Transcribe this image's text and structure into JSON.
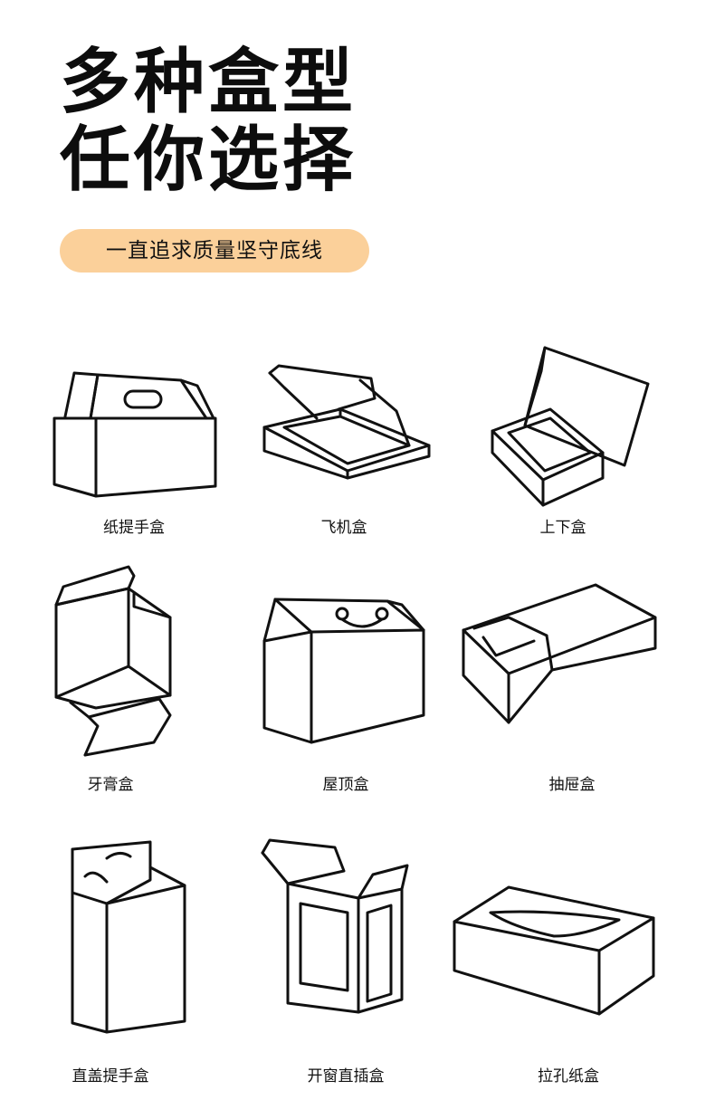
{
  "heading": {
    "line1": "多种盒型",
    "line2": "任你选择"
  },
  "tagline": "一直追求质量坚守底线",
  "boxes": [
    {
      "label": "纸提手盒",
      "icon": "gable-handle-box-icon"
    },
    {
      "label": "飞机盒",
      "icon": "mailer-box-icon"
    },
    {
      "label": "上下盒",
      "icon": "lid-base-box-icon"
    },
    {
      "label": "牙膏盒",
      "icon": "tuck-end-box-icon"
    },
    {
      "label": "屋顶盒",
      "icon": "roof-gift-box-icon"
    },
    {
      "label": "抽屉盒",
      "icon": "drawer-box-icon"
    },
    {
      "label": "直盖提手盒",
      "icon": "hang-tab-box-icon"
    },
    {
      "label": "开窗直插盒",
      "icon": "window-box-icon"
    },
    {
      "label": "拉孔纸盒",
      "icon": "tissue-box-icon"
    }
  ],
  "colors": {
    "pill_bg": "#fbd09a",
    "text": "#111111",
    "background": "#ffffff"
  }
}
